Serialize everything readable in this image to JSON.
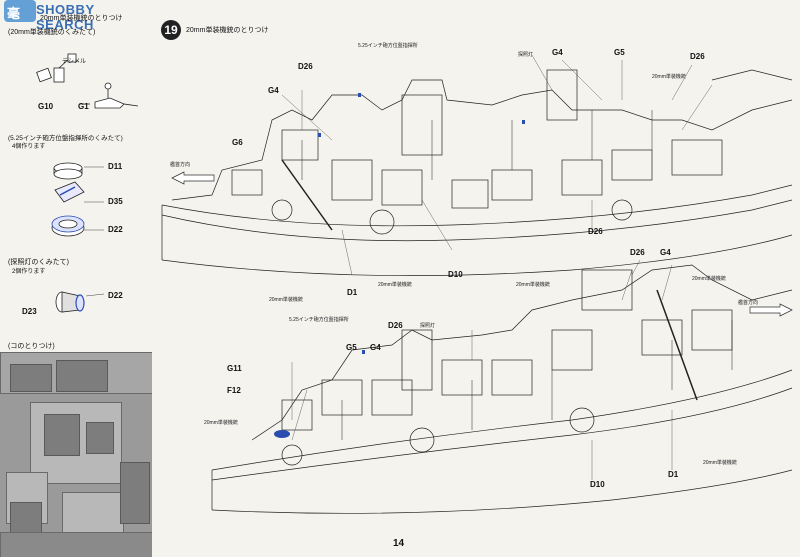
{
  "watermark": {
    "badge": "毫",
    "text": "SHOBBY SEARCH"
  },
  "left_column": {
    "header": "20mm単装機銃のとりつけ",
    "section1": "(20mm単装機銃のくみたて)",
    "label_denkaru": "デシメル",
    "part_g10": "G10",
    "part_g1": "G1",
    "section2": "(5.25インチ砲方位盤指揮所のくみたて)",
    "note_4pcs": "4個作ります",
    "part_d11": "D11",
    "part_d35": "D35",
    "part_d22": "D22",
    "section3": "(探照灯のくみたて)",
    "note_2pcs": "2個作ります",
    "part_d23": "D23",
    "part_d22b": "D22",
    "section4": "(コのとりつけ)"
  },
  "step": {
    "number": "19",
    "title": "20mm単装機銃のとりつけ"
  },
  "upper_drawing": {
    "note_director": "5.25インチ砲方位盤指揮所",
    "note_searchlight": "探照灯",
    "parts": [
      "D26",
      "G4",
      "G4",
      "G5",
      "D26",
      "D26",
      "D10",
      "D1",
      "G6"
    ],
    "note_20mm_left": "20mm単装機銃",
    "note_20mm_right": "20mm単装機銃",
    "note_23mm": "20mm単装機銃",
    "direction": "艦首方向"
  },
  "lower_drawing": {
    "note_director": "5.25インチ砲方位盤指揮所",
    "note_searchlight": "探照灯",
    "parts": [
      "D26",
      "G5",
      "G4",
      "G11",
      "F12",
      "D26",
      "G4",
      "D1",
      "D10"
    ],
    "note_20mm_top": "20mm単装機銃",
    "note_20mm_left": "20mm単装機銃",
    "note_20mm_right": "20mm単装機銃",
    "note_25mm": "20mm単装機銃",
    "direction": "艦首方向"
  },
  "page_number": "14"
}
